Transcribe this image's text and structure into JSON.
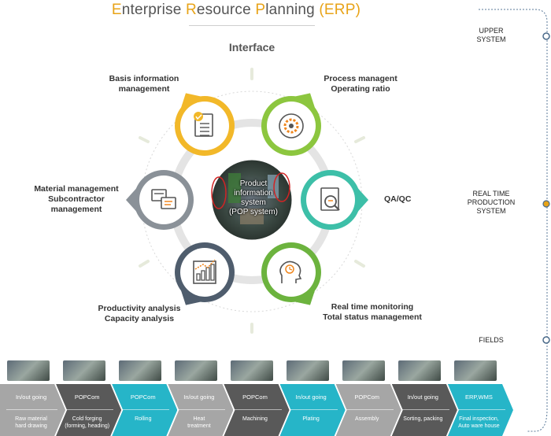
{
  "title": {
    "parts": [
      {
        "cap": "E",
        "rest": "nterprise "
      },
      {
        "cap": "R",
        "rest": "esource "
      },
      {
        "cap": "P",
        "rest": "lanning "
      }
    ],
    "acronym": "(ERP)"
  },
  "interface_label": "Interface",
  "center": {
    "lines": [
      "Product",
      "information",
      "system",
      "(POP system)"
    ]
  },
  "modules": [
    {
      "id": "basis",
      "lines": [
        "Basis information",
        "management"
      ],
      "icon": "document-check-icon",
      "color": "#f2b829"
    },
    {
      "id": "process",
      "lines": [
        "Process managent",
        "Operating ratio"
      ],
      "icon": "gear-icon",
      "color": "#8cc63f"
    },
    {
      "id": "qaqc",
      "lines": [
        "QA/QC"
      ],
      "icon": "search-document-icon",
      "color": "#3dbfa8"
    },
    {
      "id": "realtime",
      "lines": [
        "Real time monitoring",
        "Total status management"
      ],
      "icon": "head-clock-icon",
      "color": "#6cb33e"
    },
    {
      "id": "productivity",
      "lines": [
        "Productivity analysis",
        "Capacity analysis"
      ],
      "icon": "bar-chart-icon",
      "color": "#4f5d6d"
    },
    {
      "id": "material",
      "lines": [
        "Material management",
        "Subcontractor",
        "management"
      ],
      "icon": "chat-bubbles-icon",
      "color": "#8a9198"
    }
  ],
  "side_levels": [
    {
      "label": "UPPER\nSYSTEM",
      "dot_color": "#4a6a8a"
    },
    {
      "label": "REAL TIME\nPRODUCTION\nSYSTEM",
      "dot_color": "#e8a317"
    },
    {
      "label": "FIELDS",
      "dot_color": "#4a6a8a"
    }
  ],
  "process_steps": [
    {
      "top": "In/out going",
      "bottom": "Raw material\nhard drawing",
      "color": "#a6a6a6"
    },
    {
      "top": "POPCom",
      "bottom": "Cold forging\n(forming, heading)",
      "color": "#595959"
    },
    {
      "top": "POPCom",
      "bottom": "Rolling",
      "color": "#26b5c8"
    },
    {
      "top": "In/out going",
      "bottom": "Heat\ntreatment",
      "color": "#a6a6a6"
    },
    {
      "top": "POPCom",
      "bottom": "Machining",
      "color": "#595959"
    },
    {
      "top": "In/out going",
      "bottom": "Plating",
      "color": "#26b5c8"
    },
    {
      "top": "POPCom",
      "bottom": "Assembly",
      "color": "#a6a6a6"
    },
    {
      "top": "In/out going",
      "bottom": "Sorting, packing",
      "color": "#595959"
    },
    {
      "top": "ERP,WMS",
      "bottom": "Final inspection,\nAuto ware house",
      "color": "#26b5c8"
    }
  ]
}
